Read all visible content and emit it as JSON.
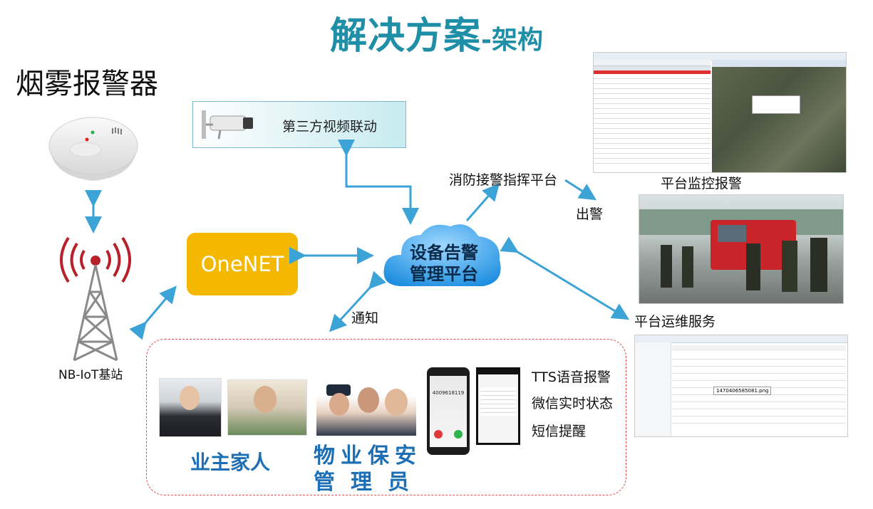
{
  "title": {
    "main": "解决方案",
    "sub": "-架构"
  },
  "smoke_alarm": {
    "label": "烟雾报警器"
  },
  "tower": {
    "label": "NB-IoT基站"
  },
  "onenet": {
    "label": "OneNET"
  },
  "video": {
    "label": "第三方视频联动"
  },
  "cloud": {
    "line1": "设备告警",
    "line2": "管理平台"
  },
  "fire_platform": {
    "label": "消防接警指挥平台"
  },
  "dispatch": {
    "label": "出警"
  },
  "monitor": {
    "label": "平台监控报警"
  },
  "ops": {
    "label": "平台运维服务"
  },
  "notify": {
    "label": "通知"
  },
  "groups": {
    "owners": "业主家人",
    "managers_line1": "物业保安",
    "managers_line2": "管理员"
  },
  "channels": {
    "tts": "TTS语音报警",
    "wechat": "微信实时状态",
    "sms": "短信提醒"
  },
  "phone": {
    "number": "4009618119"
  },
  "ops_shot": {
    "filename": "1470406585081.png"
  },
  "colors": {
    "title": "#1f8fa8",
    "arrow": "#3ba3d6",
    "onenet": "#f5b800",
    "cloud": "#2a9ee8",
    "dashed": "#e24a4a",
    "group_label": "#1d6fb5"
  }
}
